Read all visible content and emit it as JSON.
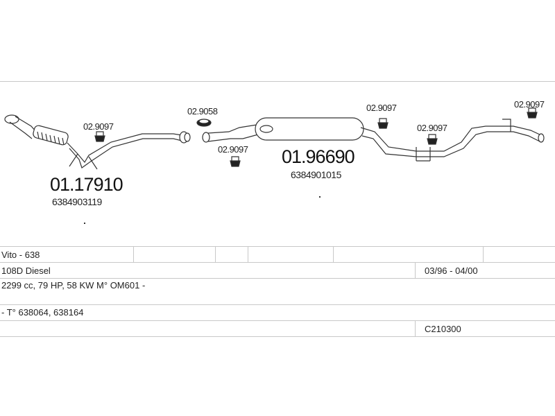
{
  "parts": {
    "clamp_1": "02.9097",
    "clamp_2": "02.9058",
    "clamp_3": "02.9097",
    "clamp_4": "02.9097",
    "clamp_5": "02.9097",
    "clamp_6": "02.9097"
  },
  "front_pipe": {
    "code": "01.17910",
    "oem": "6384903119"
  },
  "rear_section": {
    "code": "01.96690",
    "oem": "6384901015"
  },
  "table": {
    "model": "Vito - 638",
    "engine": "108D Diesel",
    "years": "03/96 - 04/00",
    "spec": "2299 cc, 79 HP, 58 KW M° OM601 -",
    "types": "- T° 638064, 638164",
    "catalog": "C210300"
  }
}
